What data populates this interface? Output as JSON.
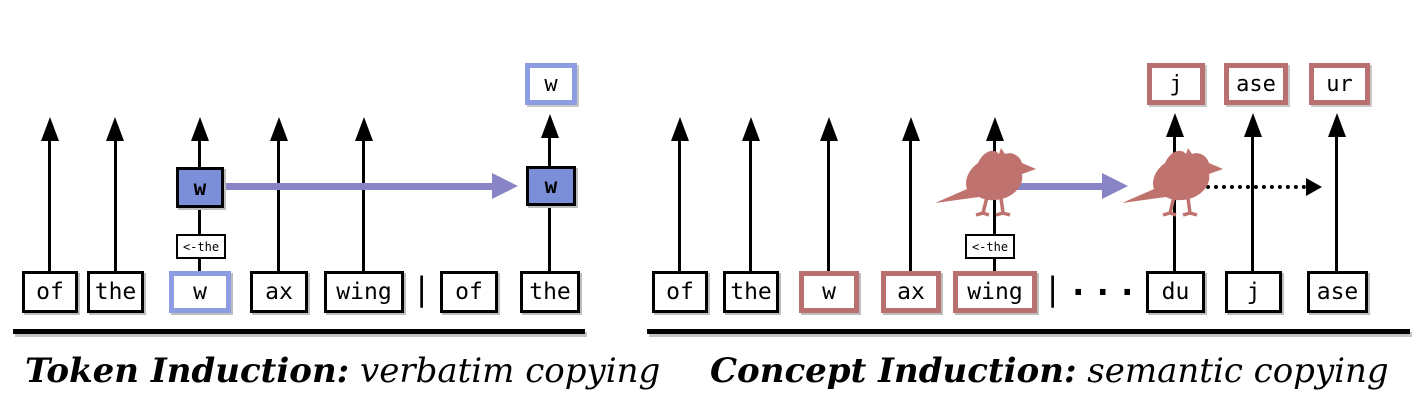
{
  "figure": {
    "left": {
      "caption": {
        "bold": "Token Induction:",
        "italic": " verbatim copying"
      },
      "context_tokens": [
        "of",
        "the",
        "w",
        "ax",
        "wing"
      ],
      "separator": "|",
      "query_tokens": [
        "of",
        "the"
      ],
      "source_feature": "w",
      "target_feature": "w",
      "prediction": "w",
      "attention_label": "<-the"
    },
    "right": {
      "caption": {
        "bold": "Concept Induction:",
        "italic": " semantic copying"
      },
      "context_tokens": [
        "of",
        "the",
        "w",
        "ax",
        "wing"
      ],
      "separator": "|",
      "ellipsis": "...",
      "query_tokens": [
        "du",
        "j",
        "ase"
      ],
      "predictions": [
        "j",
        "ase",
        "ur"
      ],
      "attention_label": "<-the",
      "concept_icon": "bird-icon"
    },
    "colors": {
      "blue_fill": "#7b8ed8",
      "blue_border": "#8d9de2",
      "purple_arrow": "#8884c6",
      "red_border": "#b87070",
      "bird": "#c0736e",
      "line": "#000000"
    }
  }
}
